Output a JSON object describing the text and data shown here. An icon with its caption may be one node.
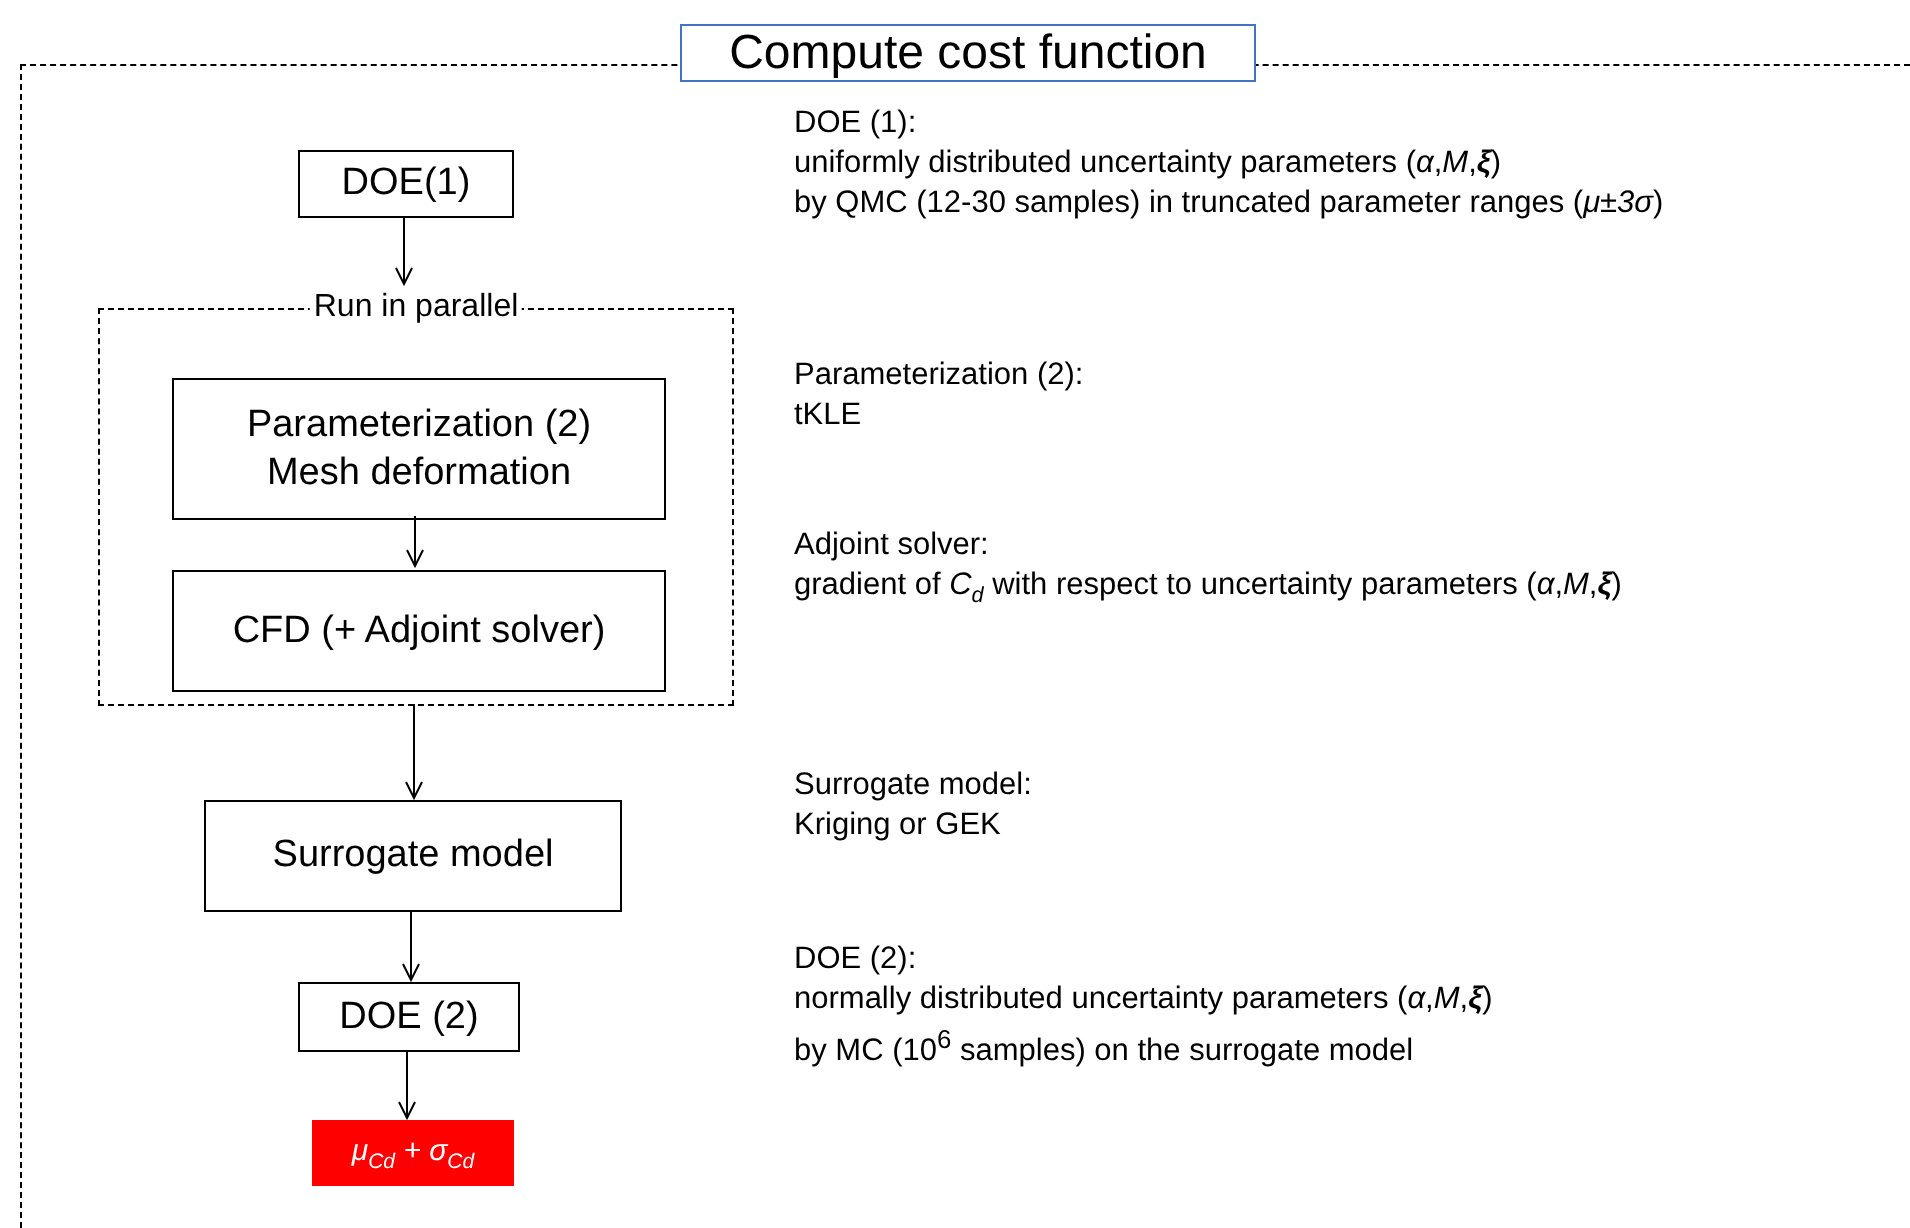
{
  "diagram": {
    "nodes": [
      {
        "text": [
          "Compute cost function"
        ]
      },
      {
        "text": [
          "DOE(1)"
        ],
        "in": 0
      },
      {
        "text": [
          "Run in parallel"
        ],
        "in": 0
      },
      {
        "text": [
          "Parameterization (2) Mesh deformation"
        ],
        "in": 2
      },
      {
        "text": [
          "CFD (+ Adjoint solver)"
        ],
        "in": 2
      },
      {
        "text": [
          "Surrogate model"
        ],
        "in": 0
      },
      {
        "text": [
          "DOE (2)"
        ],
        "in": 0
      },
      {
        "text": [
          "μ$_{Cd}$ + σ$_{Cd}$"
        ],
        "in": 0
      }
    ],
    "edges": [
      {
        "from": 1,
        "to": 2,
        "arrow": "to"
      },
      {
        "from": 3,
        "to": 4,
        "arrow": "to"
      },
      {
        "from": 2,
        "to": 5,
        "arrow": "to"
      },
      {
        "from": 5,
        "to": 6,
        "arrow": "to"
      },
      {
        "from": 6,
        "to": 7,
        "arrow": "to"
      }
    ],
    "labels": [
      "DOE (1):",
      "uniformly distributed uncertainty parameters (*α*,*M*,**ξ**)",
      "by QMC (12-30 samples) in truncated parameter ranges (*μ±3σ*)",
      "Parameterization (2):",
      "tKLE",
      "Adjoint solver:",
      "gradient of *C*$_{d}$ with respect to uncertainty parameters (*α*,*M*,**ξ**)",
      "Surrogate model:",
      "Kriging or GEK",
      "DOE (2):",
      "normally distributed uncertainty parameters (*α*,*M*,**ξ**)",
      "by MC (10$^{6}$ samples) on the surrogate model"
    ]
  }
}
